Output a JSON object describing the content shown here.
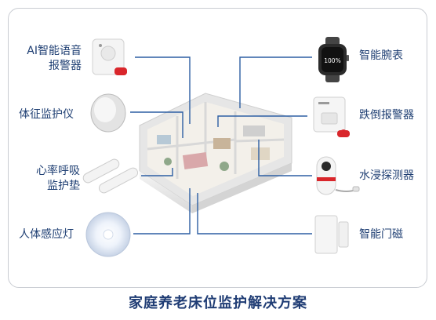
{
  "left_devices": [
    {
      "lines": [
        "AI智能语音",
        "报警器"
      ],
      "icon": "voice-alarm-icon"
    },
    {
      "lines": [
        "体征监护仪"
      ],
      "icon": "vital-sign-monitor-icon"
    },
    {
      "lines": [
        "心率呼吸",
        "监护垫"
      ],
      "icon": "heart-rate-pad-icon"
    },
    {
      "lines": [
        "人体感应灯"
      ],
      "icon": "motion-sensor-light-icon"
    }
  ],
  "right_devices": [
    {
      "lines": [
        "智能腕表"
      ],
      "icon": "smart-watch-icon",
      "screen_text": "100%"
    },
    {
      "lines": [
        "跌倒报警器"
      ],
      "icon": "fall-alarm-icon"
    },
    {
      "lines": [
        "水浸探测器"
      ],
      "icon": "water-leak-detector-icon"
    },
    {
      "lines": [
        "智能门磁"
      ],
      "icon": "door-magnet-icon"
    }
  ],
  "caption": "家庭养老床位监护解决方案",
  "colors": {
    "text": "#1f3f73",
    "connector": "#2d5fa3",
    "alarm": "#d9262b",
    "frame": "#c9ccd2"
  }
}
